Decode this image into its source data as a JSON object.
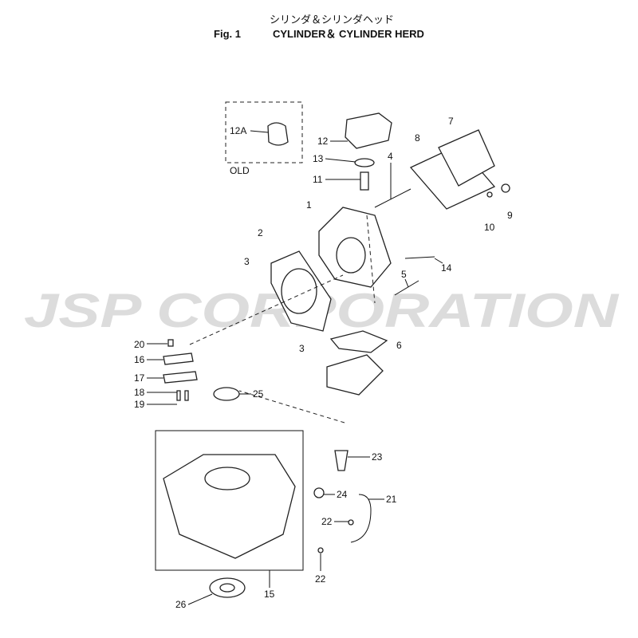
{
  "title_jp": "シリンダ＆シリンダヘッド",
  "fig_label": "Fig. 1",
  "title_en": "CYLINDER＆ CYLINDER HERD",
  "watermark": "JSP CORPORATION",
  "old_box_label": "OLD",
  "parts": [
    {
      "id": "12A"
    },
    {
      "id": "12"
    },
    {
      "id": "13"
    },
    {
      "id": "11"
    },
    {
      "id": "4"
    },
    {
      "id": "8"
    },
    {
      "id": "7"
    },
    {
      "id": "1"
    },
    {
      "id": "2"
    },
    {
      "id": "3"
    },
    {
      "id": "9"
    },
    {
      "id": "10"
    },
    {
      "id": "14"
    },
    {
      "id": "5"
    },
    {
      "id": "3"
    },
    {
      "id": "6"
    },
    {
      "id": "20"
    },
    {
      "id": "16"
    },
    {
      "id": "17"
    },
    {
      "id": "18"
    },
    {
      "id": "19"
    },
    {
      "id": "25"
    },
    {
      "id": "23"
    },
    {
      "id": "24"
    },
    {
      "id": "21"
    },
    {
      "id": "22"
    },
    {
      "id": "22"
    },
    {
      "id": "15"
    },
    {
      "id": "26"
    }
  ]
}
